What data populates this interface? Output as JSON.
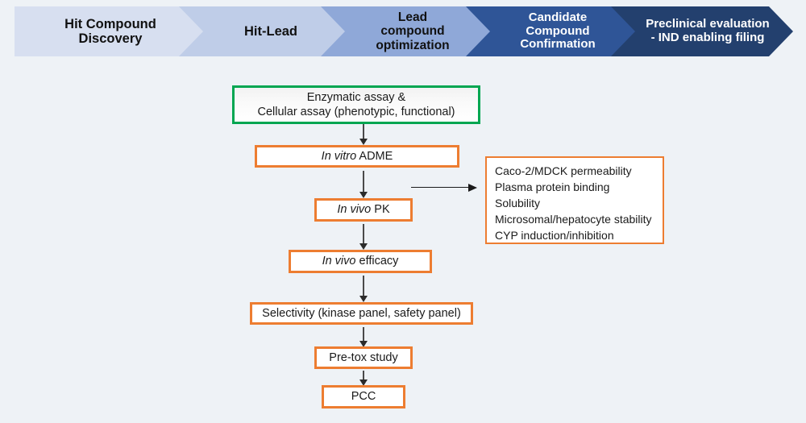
{
  "background_color": "#eef2f6",
  "banner": {
    "name": "drug-discovery-stage-banner",
    "stages": [
      {
        "label_line1": "Hit Compound",
        "label_line2": "Discovery",
        "fill": "#d7dff0",
        "text_color": "#111111"
      },
      {
        "label_line1": "Hit-Lead",
        "label_line2": "",
        "fill": "#bfcde8",
        "text_color": "#111111"
      },
      {
        "label_line1": "Lead",
        "label_line2": "compound",
        "label_line3": "optimization",
        "fill": "#8fa8d8",
        "text_color": "#111111"
      },
      {
        "label_line1": "Candidate",
        "label_line2": "Compound",
        "label_line3": "Confirmation",
        "fill": "#2f5597",
        "text_color": "#ffffff"
      },
      {
        "label_line1": "Preclinical evaluation",
        "label_line2": "- IND enabling filing",
        "fill": "#23406e",
        "text_color": "#ffffff"
      }
    ]
  },
  "flow": {
    "accent_orange": "#ED7D31",
    "accent_green": "#00A651",
    "boxes": {
      "assay": {
        "line1": "Enzymatic assay &",
        "line2": "Cellular assay (phenotypic, functional)"
      },
      "in_vitro_adme": {
        "italic": "In vitro",
        "rest": " ADME"
      },
      "in_vivo_pk": {
        "italic": "In vivo",
        "rest": " PK"
      },
      "in_vivo_efficacy": {
        "italic": "In vivo",
        "rest": " efficacy"
      },
      "selectivity": {
        "text": "Selectivity (kinase panel, safety panel)"
      },
      "pre_tox": {
        "text": "Pre-tox study"
      },
      "pcc": {
        "text": "PCC"
      }
    },
    "side_panel": {
      "name": "adme-assay-list",
      "items": [
        "Caco-2/MDCK permeability",
        "Plasma protein binding",
        "Solubility",
        "Microsomal/hepatocyte stability",
        "CYP induction/inhibition"
      ]
    }
  }
}
